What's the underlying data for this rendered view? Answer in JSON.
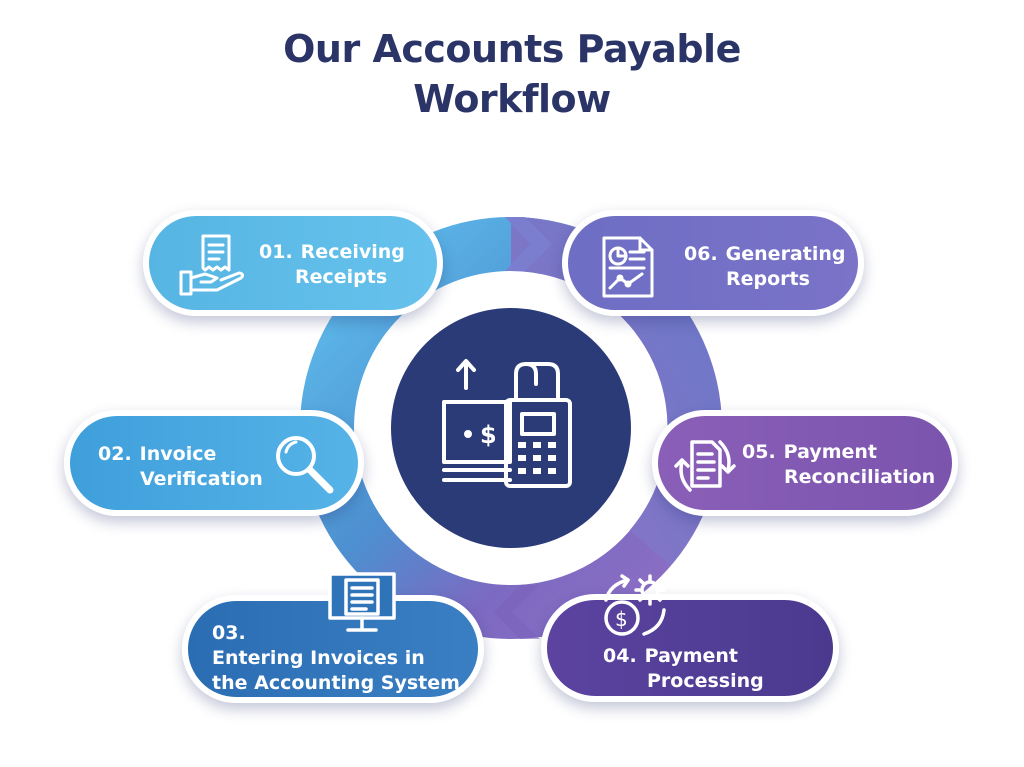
{
  "title": {
    "line1": "Our Accounts Payable",
    "line2": "Workflow"
  },
  "steps": [
    {
      "num": "01.",
      "line1": "Receiving",
      "line2": "Receipts",
      "icon": "hand-receipt-icon",
      "color": "#5bb8e6"
    },
    {
      "num": "02.",
      "line1": "Invoice",
      "line2": "Verification",
      "icon": "magnifier-icon",
      "color": "#46a6de"
    },
    {
      "num": "03.",
      "line1": "Entering Invoices in",
      "line2": "the Accounting System",
      "icon": "monitor-document-icon",
      "color": "#2f74b8"
    },
    {
      "num": "04.",
      "line1": "Payment",
      "line2": "Processing",
      "icon": "dollar-gear-icon",
      "color": "#533f97"
    },
    {
      "num": "05.",
      "line1": "Payment",
      "line2": "Reconciliation",
      "icon": "document-cycle-icon",
      "color": "#8359b3"
    },
    {
      "num": "06.",
      "line1": "Generating",
      "line2": "Reports",
      "icon": "report-chart-icon",
      "color": "#7370c6"
    }
  ],
  "center": {
    "icon": "cash-register-payment-icon",
    "color": "#2b3b78"
  }
}
